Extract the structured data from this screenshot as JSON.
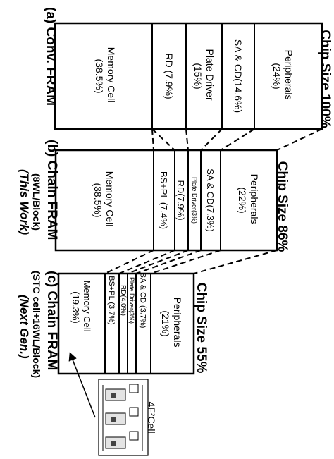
{
  "title_labels": {
    "a": "(a) Conv. FRAM",
    "b_line1": "(b) Chain FRAM",
    "b_line2": "(8WL/Block)",
    "b_line3": "(This Work)",
    "c_line1": "(c) Chain FRAM",
    "c_line2": "(STC cell+16WL/Block)",
    "c_line3": "(Next Gen.)"
  },
  "chip_sizes": {
    "a": "Chip Size 100%",
    "b": "Chip Size 86%",
    "c": "Chip Size 55%"
  },
  "panel_a": {
    "peripherals": [
      "Peripherals",
      "(24%)"
    ],
    "sa_cd": "SA & CD(14.6%)",
    "plate_driver": [
      "Plate Driver",
      "(15%)"
    ],
    "rd": "RD (7.9%)",
    "memory_cell": [
      "Memory  Cell",
      "(38.5%)"
    ]
  },
  "panel_b": {
    "peripherals": [
      "Peripherals",
      "(22%)"
    ],
    "sa_cd": "SA & CD(7.3%)",
    "plate_driver": "Plate Driver(3%)",
    "rd": "RD(7.9%)",
    "bs_pl": "BS+PL (7.4%)",
    "memory_cell": [
      "Memory  Cell",
      "(38.5%)"
    ]
  },
  "panel_c": {
    "peripherals": [
      "Peripherals",
      "(21%)"
    ],
    "sa_cd": "SA & CD (3.7%)",
    "plate_driver": "Plate Driver(3%)",
    "rd": "RD(4.0%)",
    "bs_pl": "BS+PL (3.7%)",
    "memory_cell": [
      "Memory  Cell",
      "(19.3%)"
    ]
  },
  "cell_label": "4F²Cell"
}
